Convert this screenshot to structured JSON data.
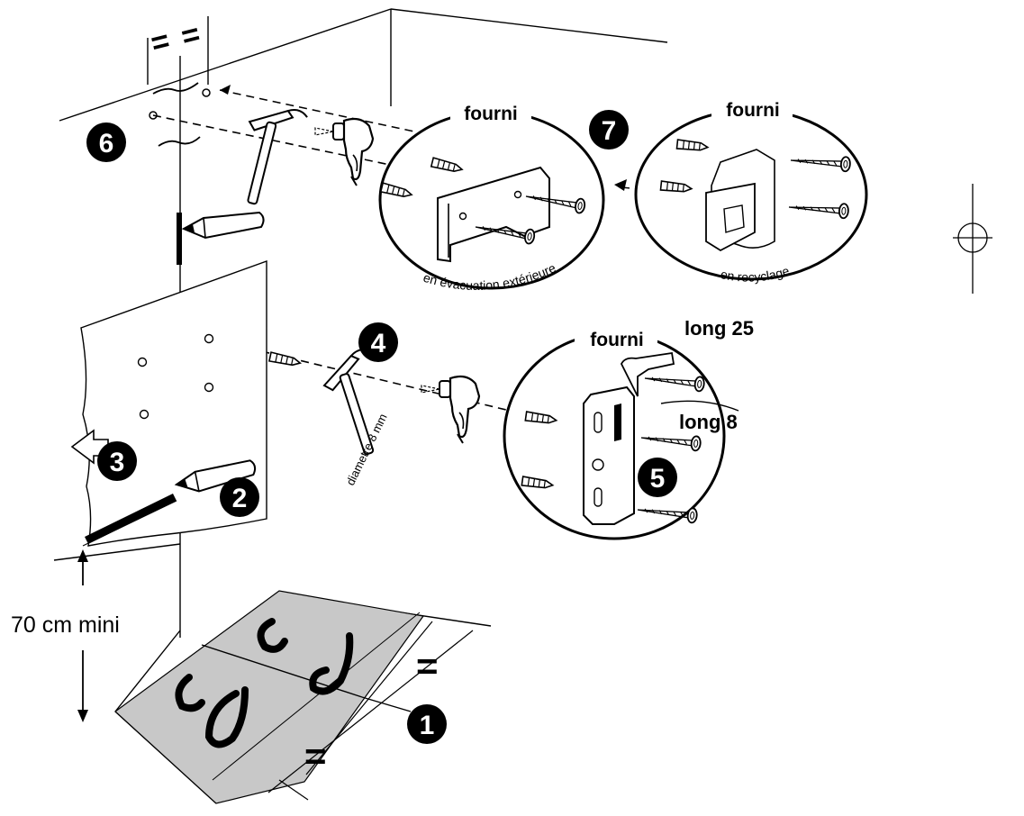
{
  "labels": {
    "supplied": "fourni",
    "exterior_exhaust": "en évacuation extérieure",
    "recycling": "en recyclage",
    "drill_diameter": "diametre 8 mm",
    "screw_long_25": "long 25",
    "screw_long_8": "long 8",
    "min_height": "70 cm mini",
    "equal_sign": "="
  },
  "steps": [
    "1",
    "2",
    "3",
    "4",
    "5",
    "6",
    "7"
  ],
  "icons": {
    "pencil": "pencil-icon",
    "hammer": "hammer-icon",
    "drill": "drill-icon",
    "wall_plug": "wall-plug-icon",
    "screw": "screw-icon",
    "bracket": "wall-bracket-icon",
    "registration": "registration-mark-icon"
  },
  "colors": {
    "ink": "#000000",
    "template_fill": "#c8c8c8",
    "paper": "#ffffff"
  }
}
